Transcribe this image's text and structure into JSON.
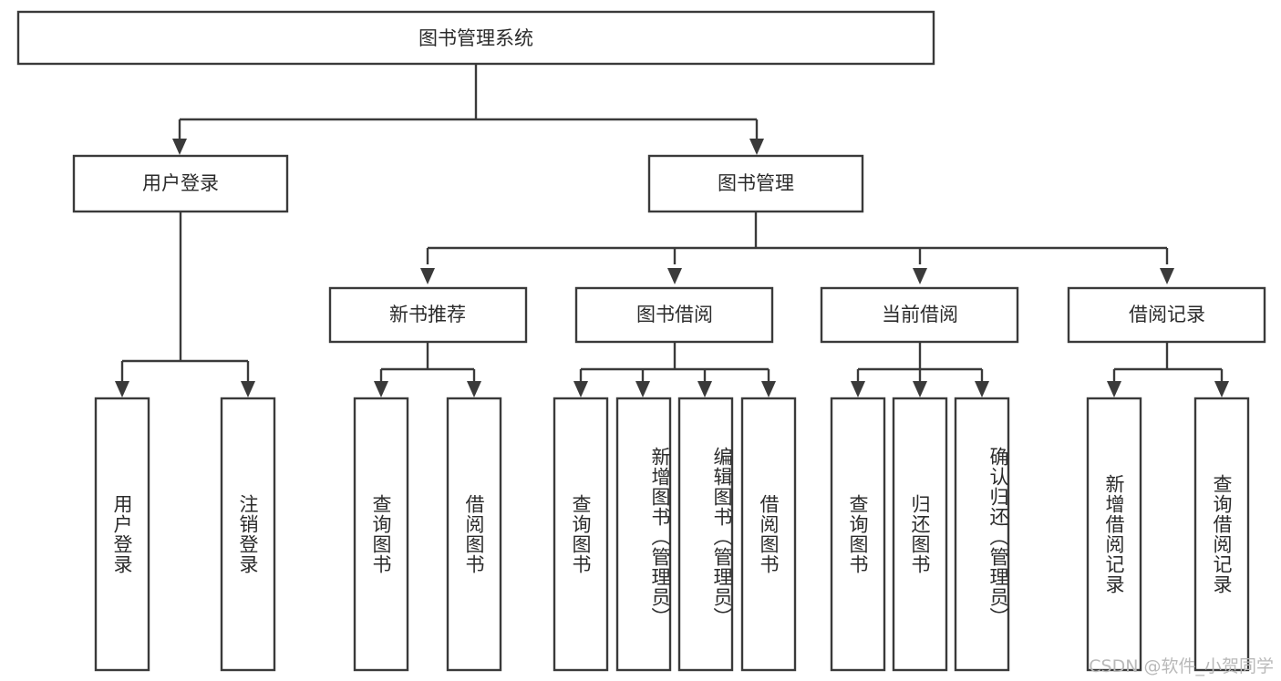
{
  "diagram": {
    "title": "图书管理系统",
    "type": "tree",
    "watermark": "CSDN @软件_小贺同学",
    "colors": {
      "box_fill": "#ffffff",
      "box_stroke": "#3a3a3a",
      "text": "#2b2b2b",
      "watermark": "#b9b9b9",
      "background": "#ffffff"
    },
    "root": {
      "id": "root",
      "label": "图书管理系统"
    },
    "level2": [
      {
        "id": "user-login",
        "label": "用户登录"
      },
      {
        "id": "book-manage",
        "label": "图书管理"
      }
    ],
    "level3": [
      {
        "id": "new-book-recommend",
        "label": "新书推荐",
        "parent": "book-manage"
      },
      {
        "id": "book-borrow",
        "label": "图书借阅",
        "parent": "book-manage"
      },
      {
        "id": "current-borrow",
        "label": "当前借阅",
        "parent": "book-manage"
      },
      {
        "id": "borrow-record",
        "label": "借阅记录",
        "parent": "book-manage"
      }
    ],
    "leaves": {
      "user-login": [
        {
          "id": "leaf-user-login",
          "label": "用户登录"
        },
        {
          "id": "leaf-user-logout",
          "label": "注销登录"
        }
      ],
      "new-book-recommend": [
        {
          "id": "leaf-query-book-1",
          "label": "查询图书"
        },
        {
          "id": "leaf-borrow-book-1",
          "label": "借阅图书"
        }
      ],
      "book-borrow": [
        {
          "id": "leaf-query-book-2",
          "label": "查询图书"
        },
        {
          "id": "leaf-add-book",
          "label": "新增图书（管理员）"
        },
        {
          "id": "leaf-edit-book",
          "label": "编辑图书（管理员）"
        },
        {
          "id": "leaf-borrow-book-2",
          "label": "借阅图书"
        }
      ],
      "current-borrow": [
        {
          "id": "leaf-query-book-3",
          "label": "查询图书"
        },
        {
          "id": "leaf-return-book",
          "label": "归还图书"
        },
        {
          "id": "leaf-confirm-return",
          "label": "确认归还（管理员）"
        }
      ],
      "borrow-record": [
        {
          "id": "leaf-add-record",
          "label": "新增借阅记录"
        },
        {
          "id": "leaf-query-record",
          "label": "查询借阅记录"
        }
      ]
    }
  }
}
